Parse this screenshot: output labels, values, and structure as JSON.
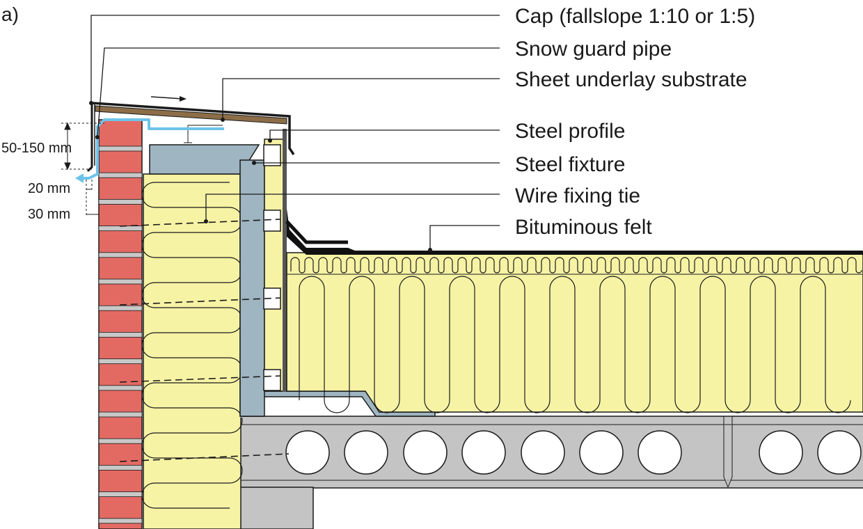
{
  "panel_label": "a)",
  "callouts": {
    "cap": "Cap (fallslope 1:10 or 1:5)",
    "snow_guard_pipe": "Snow guard pipe",
    "sheet_underlay": "Sheet underlay substrate",
    "steel_profile": "Steel profile",
    "steel_fixture": "Steel fixture",
    "wire_fixing_tie": "Wire fixing tie",
    "bituminous_felt": "Bituminous felt"
  },
  "dimensions": {
    "overhang": "50-150 mm",
    "gap_20": "20 mm",
    "gap_30": "30 mm"
  },
  "colors": {
    "brick": "#e36a63",
    "mortar": "#c8c8c8",
    "insulation": "#f7f3a5",
    "steel": "#9fb5c2",
    "concrete": "#c4c4c4",
    "wood": "#8c6d47",
    "water_flow": "#6ec3ea",
    "felt": "#111111"
  }
}
